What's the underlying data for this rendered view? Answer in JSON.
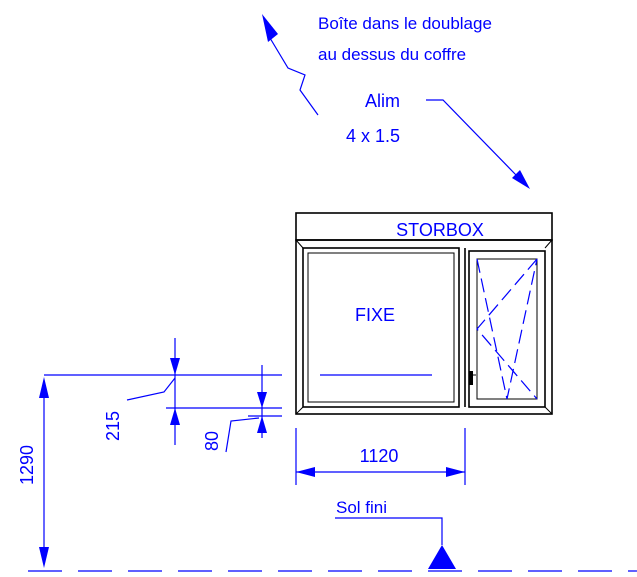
{
  "annotations": {
    "junction_box_line1": "Boîte dans le doublage",
    "junction_box_line2": "au dessus du coffre",
    "power_label": "Alim",
    "power_spec": "4 x 1.5",
    "shutter_box": "STORBOX",
    "fixed_pane": "FIXE",
    "finished_floor": "Sol fini"
  },
  "dimensions": {
    "sill_height": "1290",
    "left_offset": "215",
    "right_offset": "80",
    "fixed_width": "1120"
  },
  "colors": {
    "annotation": "#0000ff",
    "outline": "#000000"
  }
}
